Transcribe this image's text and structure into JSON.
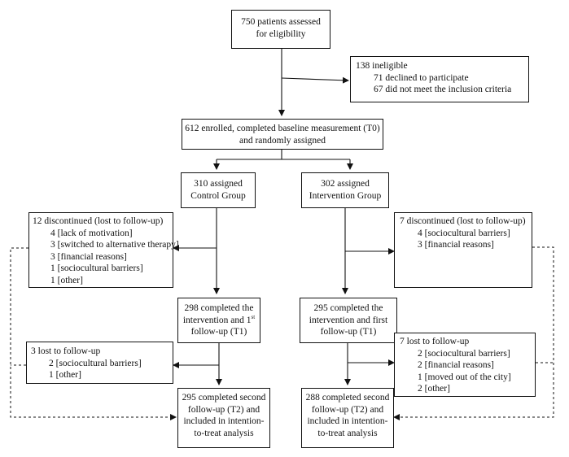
{
  "assessed": {
    "l1": "750 patients assessed",
    "l2": "for eligibility"
  },
  "ineligible": {
    "title": "138 ineligible",
    "items": [
      "71 declined to participate",
      "67 did not meet the inclusion criteria"
    ]
  },
  "enrolled": {
    "l1": "612 enrolled, completed baseline measurement (T0)",
    "l2": "and randomly assigned"
  },
  "control": {
    "assigned": {
      "l1": "310 assigned",
      "l2": "Control Group"
    },
    "discontinued": {
      "title": "12 discontinued (lost to follow-up)",
      "items": [
        "4 [lack of motivation]",
        "3 [switched to alternative therapy]",
        "3 [financial reasons]",
        "1 [sociocultural barriers]",
        "1 [other]"
      ]
    },
    "t1": {
      "l1": "298 completed the",
      "l2a": "intervention and 1",
      "l2sup": "st",
      "l3": "follow-up (T1)"
    },
    "lost": {
      "title": "3 lost to follow-up",
      "items": [
        "2 [sociocultural barriers]",
        "1 [other]"
      ]
    },
    "t2": {
      "l1": "295 completed second",
      "l2": "follow-up (T2) and",
      "l3": "included in intention-",
      "l4": "to-treat analysis"
    }
  },
  "intervention": {
    "assigned": {
      "l1": "302 assigned",
      "l2": "Intervention Group"
    },
    "discontinued": {
      "title": "7 discontinued (lost to follow-up)",
      "items": [
        "4 [sociocultural barriers]",
        "3 [financial reasons]"
      ]
    },
    "t1": {
      "l1": "295 completed  the",
      "l2": "intervention and first",
      "l3": "follow-up (T1)"
    },
    "lost": {
      "title": "7 lost to follow-up",
      "items": [
        "2 [sociocultural barriers]",
        "2 [financial reasons]",
        "1 [moved out of the city]",
        "2 [other]"
      ]
    },
    "t2": {
      "l1": "288 completed second",
      "l2": "follow-up (T2) and",
      "l3": "included in intention-",
      "l4": "to-treat analysis"
    }
  }
}
